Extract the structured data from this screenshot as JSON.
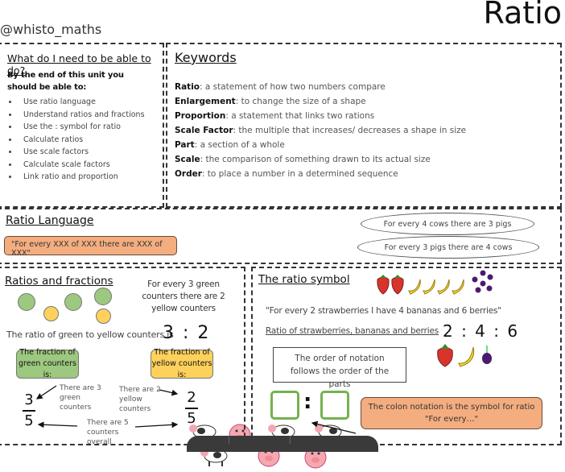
{
  "header": {
    "title": "Ratio",
    "handle": "@whisto_maths"
  },
  "goals": {
    "heading": "What do I need to be able to do?",
    "intro": "By the end of this unit you should be able to:",
    "items": [
      "Use ratio language",
      "Understand ratios and fractions",
      "Use the : symbol for ratio",
      "Calculate ratios",
      "Use scale factors",
      "Calculate scale factors",
      "Link ratio and proportion"
    ]
  },
  "keywords": {
    "heading": "Keywords",
    "items": [
      {
        "term": "Ratio",
        "def": ": a statement of how two numbers compare"
      },
      {
        "term": "Enlargement",
        "def": ": to change the size of a shape"
      },
      {
        "term": "Proportion",
        "def": ": a statement that links two rations"
      },
      {
        "term": "Scale Factor",
        "def": ": the multiple that increases/ decreases a shape in size"
      },
      {
        "term": "Part",
        "def": ": a section of a whole"
      },
      {
        "term": "Scale",
        "def": ": the comparison of something drawn to its actual size"
      },
      {
        "term": "Order",
        "def": ": to place a number in a determined sequence"
      }
    ]
  },
  "ratio_language": {
    "heading": "Ratio Language",
    "phrase": "\"For every XXX of XXX there are XXX of XXX\"",
    "bubble_1": "For every 4 cows there are 3 pigs",
    "bubble_2": "For every 3 pigs there are 4 cows",
    "animals": [
      "cow",
      "pig",
      "cow",
      "cow",
      "cow",
      "pig",
      "pig"
    ]
  },
  "ratios_fractions": {
    "heading": "Ratios and fractions",
    "description": "For every 3 green counters there are 2 yellow counters",
    "ratio_text": "The ratio of green to yellow counters is",
    "ratio_value": "3 : 2",
    "green_box": "The fraction of green counters is:",
    "yellow_box": "The fraction of yellow counters is:",
    "green_fraction": {
      "num": "3",
      "den": "5"
    },
    "yellow_fraction": {
      "num": "2",
      "den": "5"
    },
    "note_green": "There are 3 green counters",
    "note_yellow": "There are 2 yellow counters",
    "note_total": "There are 5 counters overall",
    "colors": {
      "green": "#9dc87f",
      "yellow": "#fdd15c"
    }
  },
  "ratio_symbol": {
    "heading": "The ratio symbol",
    "quote": "\"For every 2 strawberries I have 4 bananas and 6 berries\"",
    "ratio_label": "Ratio of strawberries, bananas and berries",
    "ratio_value": "2 : 4 : 6",
    "order_note": "The order of notation follows the order of the parts",
    "colon": ":",
    "colon_note_line1": "The colon notation is the symbol for ratio",
    "colon_note_line2": "\"For every…\"",
    "accent": "#f4ad7f"
  }
}
